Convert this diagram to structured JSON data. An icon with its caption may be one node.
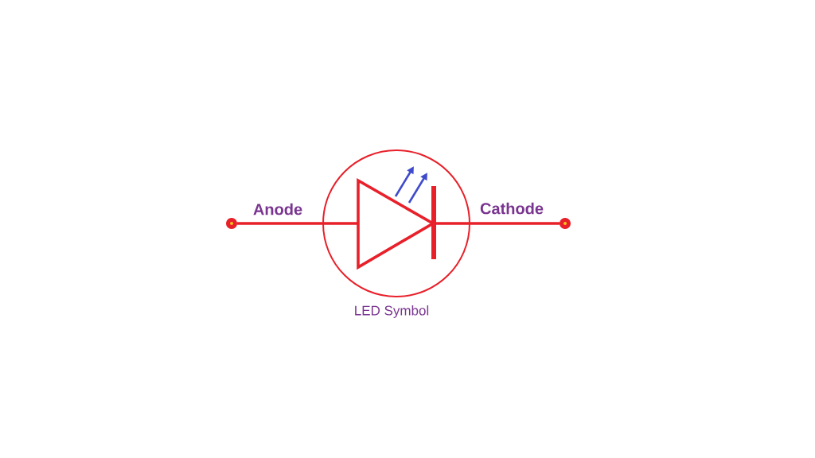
{
  "diagram": {
    "nodes": [
      {
        "text": [],
        "shape": "circle",
        "beside": [
          "Anode"
        ]
      },
      {
        "text": [],
        "shape": "circle",
        "beside": [
          "LED Symbol"
        ]
      },
      {
        "text": [],
        "shape": "circle",
        "beside": [
          "Cathode"
        ]
      }
    ],
    "edges": [
      {
        "from": 0,
        "to": 1,
        "arrow": "none"
      },
      {
        "from": 1,
        "to": 2,
        "arrow": "none"
      }
    ]
  }
}
